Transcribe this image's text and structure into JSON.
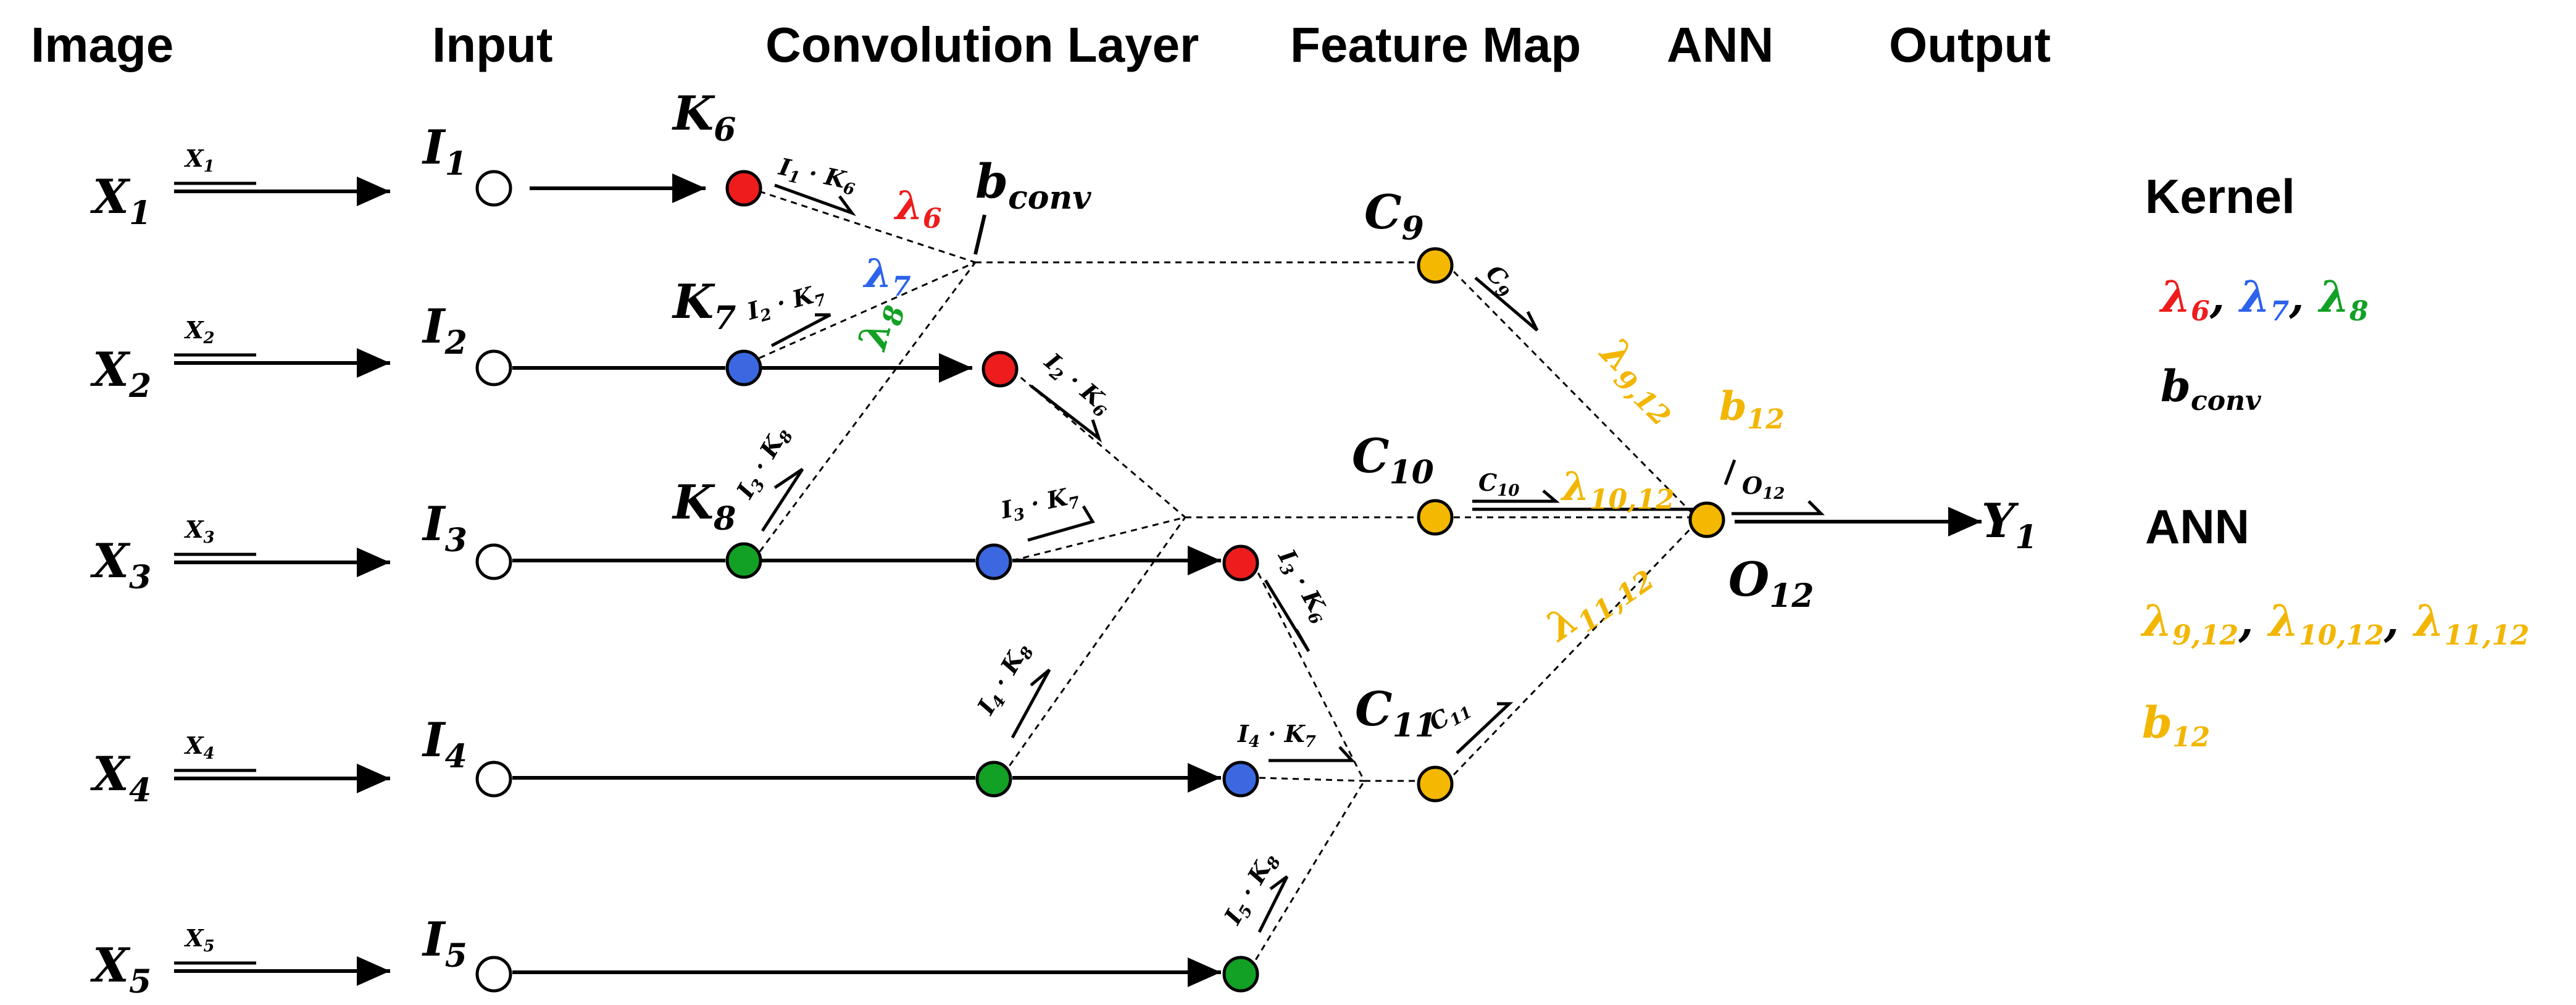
{
  "colors": {
    "red": "#ee1c1c",
    "blue": "#3b68e0",
    "green": "#12a025",
    "yellow": "#f5b800",
    "white": "#ffffff",
    "black": "#000000",
    "lambda_red": "#ee1c1c",
    "lambda_blue": "#2d62ea",
    "lambda_green": "#12a025",
    "ann_yellow": "#f2b600"
  },
  "headers": {
    "image": "Image",
    "input": "Input",
    "convolution": "Convolution Layer",
    "feature_map": "Feature Map",
    "ann": "ANN",
    "output": "Output"
  },
  "image_inputs": [
    {
      "main": "X",
      "sub": "1",
      "arrow_main": "X",
      "arrow_sub": "1"
    },
    {
      "main": "X",
      "sub": "2",
      "arrow_main": "X",
      "arrow_sub": "2"
    },
    {
      "main": "X",
      "sub": "3",
      "arrow_main": "X",
      "arrow_sub": "3"
    },
    {
      "main": "X",
      "sub": "4",
      "arrow_main": "X",
      "arrow_sub": "4"
    },
    {
      "main": "X",
      "sub": "5",
      "arrow_main": "X",
      "arrow_sub": "5"
    }
  ],
  "input_nodes": [
    {
      "main": "I",
      "sub": "1"
    },
    {
      "main": "I",
      "sub": "2"
    },
    {
      "main": "I",
      "sub": "3"
    },
    {
      "main": "I",
      "sub": "4"
    },
    {
      "main": "I",
      "sub": "5"
    }
  ],
  "kernels": {
    "k6": {
      "main": "K",
      "sub": "6"
    },
    "k7": {
      "main": "K",
      "sub": "7"
    },
    "k8": {
      "main": "K",
      "sub": "8"
    }
  },
  "edge_labels": {
    "i1k6": {
      "a": "I",
      "asub": "1",
      "dot": " · ",
      "b": "K",
      "bsub": "6"
    },
    "i2k7": {
      "a": "I",
      "asub": "2",
      "dot": " · ",
      "b": "K",
      "bsub": "7"
    },
    "i3k8": {
      "a": "I",
      "asub": "3",
      "dot": " · ",
      "b": "K",
      "bsub": "8"
    },
    "i2k6": {
      "a": "I",
      "asub": "2",
      "dot": " · ",
      "b": "K",
      "bsub": "6"
    },
    "i3k7": {
      "a": "I",
      "asub": "3",
      "dot": " · ",
      "b": "K",
      "bsub": "7"
    },
    "i4k8": {
      "a": "I",
      "asub": "4",
      "dot": " · ",
      "b": "K",
      "bsub": "8"
    },
    "i3k6": {
      "a": "I",
      "asub": "3",
      "dot": " · ",
      "b": "K",
      "bsub": "6"
    },
    "i4k7": {
      "a": "I",
      "asub": "4",
      "dot": " · ",
      "b": "K",
      "bsub": "7"
    },
    "i5k8": {
      "a": "I",
      "asub": "5",
      "dot": " · ",
      "b": "K",
      "bsub": "8"
    }
  },
  "lambdas": {
    "l6": {
      "main": "λ",
      "sub": "6"
    },
    "l7": {
      "main": "λ",
      "sub": "7"
    },
    "l8": {
      "main": "λ",
      "sub": "8"
    },
    "l912": {
      "main": "λ",
      "sub": "9,12"
    },
    "l1012": {
      "main": "λ",
      "sub": "10,12"
    },
    "l1112": {
      "main": "λ",
      "sub": "11,12"
    }
  },
  "bconv": {
    "main": "b",
    "sub": "conv"
  },
  "feature_map": [
    {
      "main": "C",
      "sub": "9",
      "edge_main": "C",
      "edge_sub": "9"
    },
    {
      "main": "C",
      "sub": "10",
      "edge_main": "C",
      "edge_sub": "10"
    },
    {
      "main": "C",
      "sub": "11",
      "edge_main": "C",
      "edge_sub": "11"
    }
  ],
  "ann": {
    "bias": {
      "main": "b",
      "sub": "12"
    },
    "output_node": {
      "main": "O",
      "sub": "12"
    },
    "edge": {
      "main": "O",
      "sub": "12"
    }
  },
  "output": {
    "main": "Y",
    "sub": "1"
  },
  "legend": {
    "kernel_title": "Kernel",
    "kernel_lambdas": [
      {
        "main": "λ",
        "sub": "6"
      },
      {
        "main": "λ",
        "sub": "7"
      },
      {
        "main": "λ",
        "sub": "8"
      }
    ],
    "kernel_bias": {
      "main": "b",
      "sub": "conv"
    },
    "ann_title": "ANN",
    "ann_lambdas": [
      {
        "main": "λ",
        "sub": "9,12"
      },
      {
        "main": "λ",
        "sub": "10,12"
      },
      {
        "main": "λ",
        "sub": "11,12"
      }
    ],
    "ann_bias": {
      "main": "b",
      "sub": "12"
    },
    "separator": ","
  }
}
